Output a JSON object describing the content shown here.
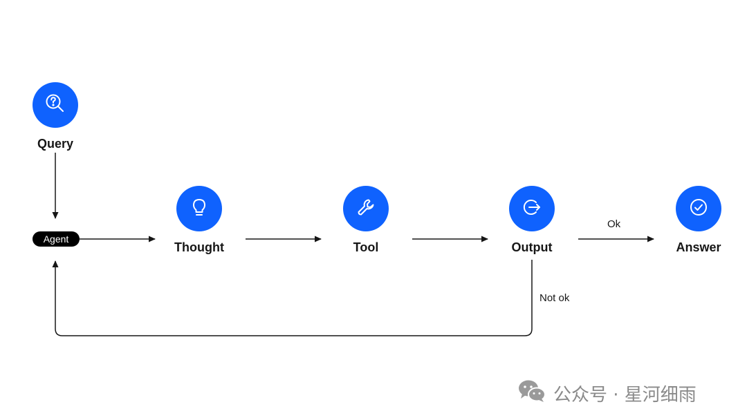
{
  "diagram": {
    "nodes": {
      "query": {
        "label": "Query",
        "icon": "question-search-icon"
      },
      "agent": {
        "label": "Agent"
      },
      "thought": {
        "label": "Thought",
        "icon": "lightbulb-icon"
      },
      "tool": {
        "label": "Tool",
        "icon": "wrench-icon"
      },
      "output": {
        "label": "Output",
        "icon": "exit-arrow-icon"
      },
      "answer": {
        "label": "Answer",
        "icon": "checkmark-circle-icon"
      }
    },
    "edges": {
      "ok_label": "Ok",
      "not_ok_label": "Not ok"
    }
  },
  "watermark": {
    "text": "公众号 · 星河细雨",
    "icon": "wechat-icon"
  },
  "colors": {
    "node_fill": "#0f62fe",
    "icon_stroke": "#ffffff",
    "line": "#161616",
    "pill": "#000000",
    "watermark": "#8a8a8a"
  }
}
